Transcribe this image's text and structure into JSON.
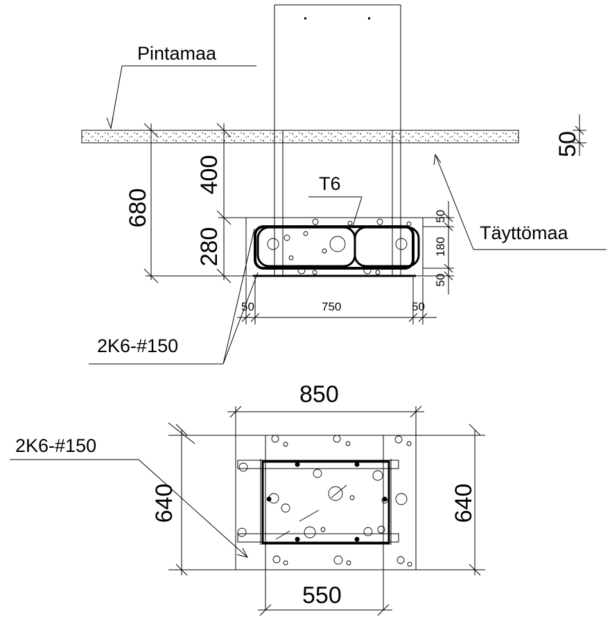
{
  "labels": {
    "pintamaa": "Pintamaa",
    "taytomaa": "Täyttömaa",
    "t6": "T6",
    "stirrup_section": "2K6-#150",
    "stirrup_plan": "2K6-#150"
  },
  "dimensions": {
    "d680": "680",
    "d400": "400",
    "d280": "280",
    "d50_surface": "50",
    "d50_top": "50",
    "d180": "180",
    "d50_bottom": "50",
    "d50_left": "50",
    "d750": "750",
    "d50_right": "50",
    "d850": "850",
    "d640_left": "640",
    "d640_right": "640",
    "d550": "550"
  }
}
